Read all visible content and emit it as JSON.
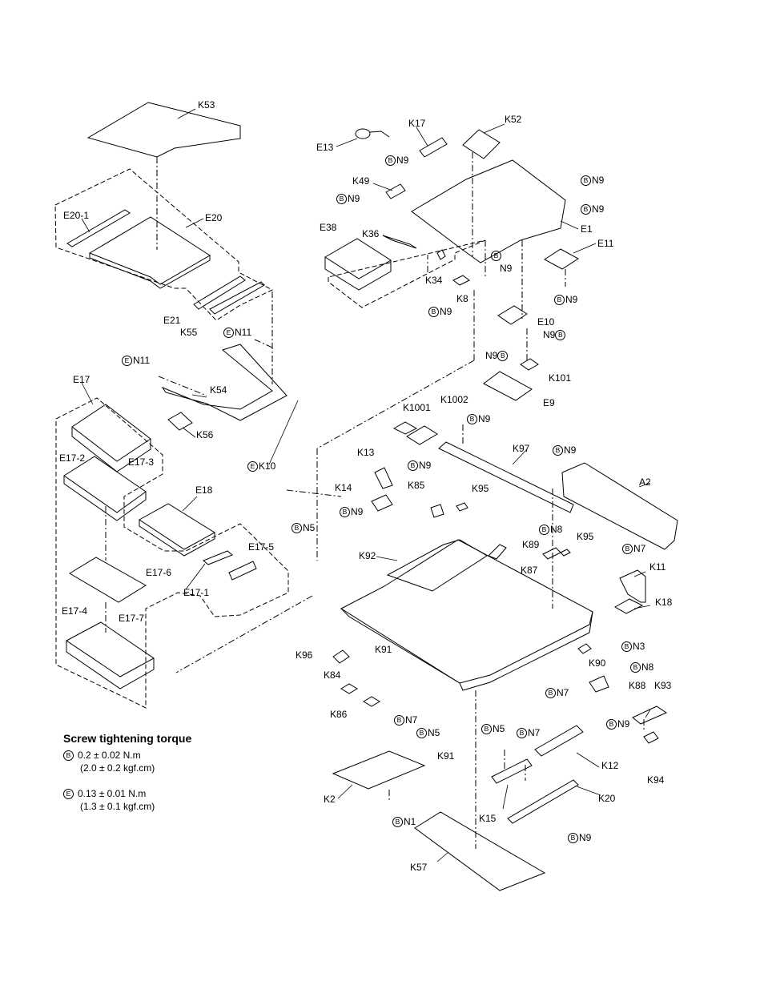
{
  "screw_marks": {
    "B": "B",
    "E": "E"
  },
  "parts": {
    "K53": "K53",
    "E20-1": "E20-1",
    "E20": "E20",
    "E21": "E21",
    "K55": "K55",
    "N11a": "N11",
    "N11b": "N11",
    "K54": "K54",
    "K56": "K56",
    "K10": "K10",
    "E17": "E17",
    "E17-2": "E17-2",
    "E17-3": "E17-3",
    "E18": "E18",
    "E17-5": "E17-5",
    "E17-6": "E17-6",
    "E17-1": "E17-1",
    "E17-7": "E17-7",
    "E17-4": "E17-4",
    "E13": "E13",
    "K17": "K17",
    "K52": "K52",
    "N9": "N9",
    "K49": "K49",
    "E1": "E1",
    "E38": "E38",
    "K36": "K36",
    "E11": "E11",
    "K34": "K34",
    "K8": "K8",
    "E10": "E10",
    "K101": "K101",
    "E9": "E9",
    "K1001": "K1001",
    "K1002": "K1002",
    "K13": "K13",
    "K97": "K97",
    "A2": "A2",
    "K14": "K14",
    "K85": "K85",
    "K95": "K95",
    "N5": "N5",
    "N8": "N8",
    "K89": "K89",
    "K92": "K92",
    "K87": "K87",
    "N7": "N7",
    "K11": "K11",
    "K18": "K18",
    "N3": "N3",
    "K96": "K96",
    "K91": "K91",
    "K84": "K84",
    "K90": "K90",
    "K88": "K88",
    "K93": "K93",
    "K86": "K86",
    "K2": "K2",
    "N1": "N1",
    "K12": "K12",
    "K94": "K94",
    "K20": "K20",
    "K15": "K15",
    "K57": "K57"
  },
  "torque": {
    "title": "Screw tightening torque",
    "b_mark": "B",
    "b_nm": "0.2 ± 0.02 N.m",
    "b_kgf": "(2.0 ± 0.2 kgf.cm)",
    "e_mark": "E",
    "e_nm": "0.13 ± 0.01 N.m",
    "e_kgf": "(1.3 ± 0.1 kgf.cm)"
  }
}
